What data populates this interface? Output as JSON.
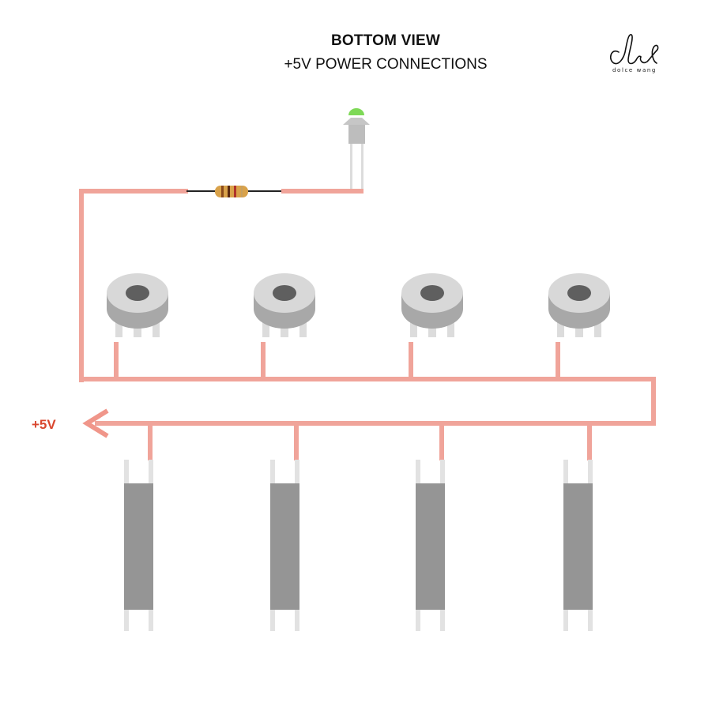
{
  "title": "BOTTOM VIEW",
  "subtitle": "+5V POWER CONNECTIONS",
  "voltage_label": "+5V",
  "logo_text": "dolce wang",
  "colors": {
    "wire": "#f0a49a",
    "arrow": "#f0968a",
    "voltage_label": "#d9472f",
    "pot_body": "#d8d8d8",
    "pot_hole": "#5f5f5f",
    "pot_leg": "#dcdcdc",
    "slider_body": "#959595",
    "led_green": "#7ed957",
    "led_body": "#bdbdbd",
    "resistor_body": "#d9a24a"
  },
  "components": {
    "potentiometers": 4,
    "slide_faders": 4,
    "led": 1,
    "resistor": 1
  }
}
